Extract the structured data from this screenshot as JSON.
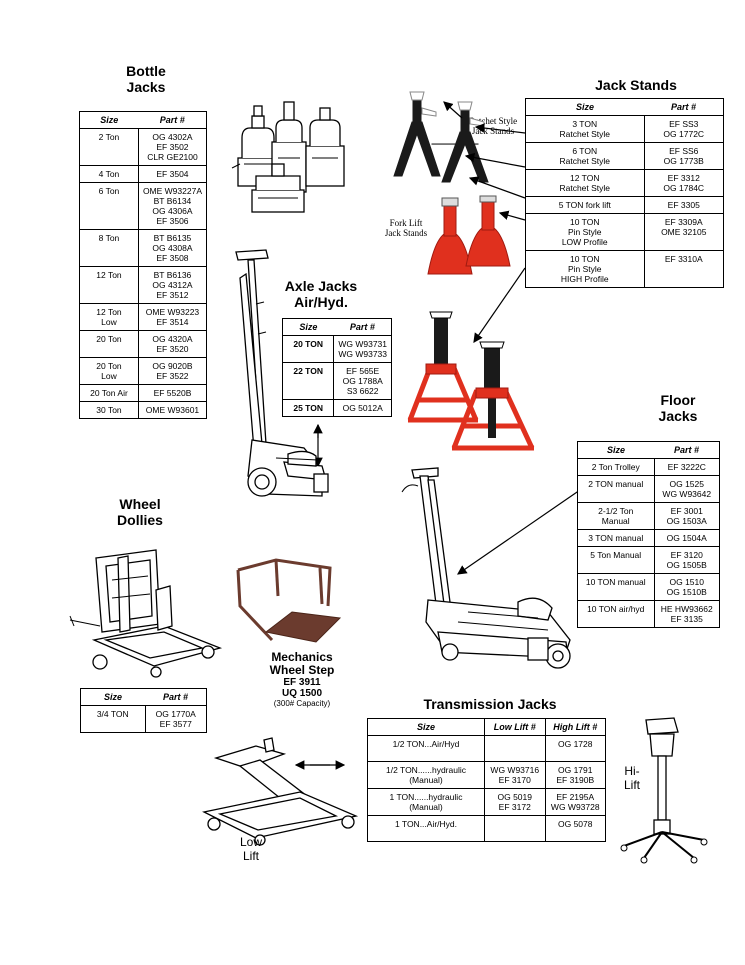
{
  "bottle_jacks": {
    "title_line1": "Bottle",
    "title_line2": "Jacks",
    "col_size": "Size",
    "col_part": "Part #",
    "rows": [
      {
        "size": [
          "2 Ton"
        ],
        "parts": [
          "OG 4302A",
          "EF 3502",
          "CLR GE2100"
        ]
      },
      {
        "size": [
          "4 Ton"
        ],
        "parts": [
          "EF 3504"
        ]
      },
      {
        "size": [
          "6 Ton"
        ],
        "parts": [
          "OME W93227A",
          "BT B6134",
          "OG 4306A",
          "EF 3506"
        ]
      },
      {
        "size": [
          "8 Ton"
        ],
        "parts": [
          "BT B6135",
          "OG 4308A",
          "EF 3508"
        ]
      },
      {
        "size": [
          "12 Ton"
        ],
        "parts": [
          "BT B6136",
          "OG 4312A",
          "EF 3512"
        ]
      },
      {
        "size": [
          "12 Ton",
          "Low"
        ],
        "parts": [
          "OME W93223",
          "EF 3514"
        ]
      },
      {
        "size": [
          "20 Ton"
        ],
        "parts": [
          "OG 4320A",
          "EF 3520"
        ]
      },
      {
        "size": [
          "20 Ton",
          "Low"
        ],
        "parts": [
          "OG 9020B",
          "EF 3522"
        ]
      },
      {
        "size": [
          "20 Ton Air"
        ],
        "parts": [
          "EF 5520B"
        ]
      },
      {
        "size": [
          "30 Ton"
        ],
        "parts": [
          "OME W93601"
        ]
      }
    ]
  },
  "jack_stands": {
    "title": "Jack Stands",
    "col_size": "Size",
    "col_part": "Part #",
    "ratchet_label_line1": "Ratchet Style",
    "ratchet_label_line2": "Jack Stands",
    "forklift_label_line1": "Fork Lift",
    "forklift_label_line2": "Jack Stands",
    "rows": [
      {
        "size": [
          "3 TON",
          "Ratchet Style"
        ],
        "parts": [
          "EF SS3",
          "OG 1772C"
        ]
      },
      {
        "size": [
          "6 TON",
          "Ratchet Style"
        ],
        "parts": [
          "EF SS6",
          "OG 1773B"
        ]
      },
      {
        "size": [
          "12 TON",
          "Ratchet Style"
        ],
        "parts": [
          "EF 3312",
          "OG 1784C"
        ]
      },
      {
        "size": [
          "5 TON fork lift"
        ],
        "parts": [
          "EF 3305"
        ]
      },
      {
        "size": [
          "10 TON",
          "Pin Style",
          "LOW  Profile"
        ],
        "parts": [
          "EF 3309A",
          "OME 32105"
        ]
      },
      {
        "size": [
          "10 TON",
          "Pin Style",
          "HIGH  Profile"
        ],
        "parts": [
          "EF 3310A"
        ]
      }
    ]
  },
  "axle_jacks": {
    "title_line1": "Axle Jacks",
    "title_line2": "Air/Hyd.",
    "col_size": "Size",
    "col_part": "Part #",
    "rows": [
      {
        "size": [
          "20 TON"
        ],
        "parts": [
          "WG W93731",
          "WG W93733"
        ]
      },
      {
        "size": [
          "22 TON"
        ],
        "parts": [
          "EF 565E",
          "OG 1788A",
          "S3 6622"
        ]
      },
      {
        "size": [
          "25 TON"
        ],
        "parts": [
          "OG 5012A"
        ]
      }
    ]
  },
  "floor_jacks": {
    "title_line1": "Floor",
    "title_line2": "Jacks",
    "col_size": "Size",
    "col_part": "Part #",
    "rows": [
      {
        "size": [
          "2 Ton Trolley"
        ],
        "parts": [
          "EF 3222C"
        ]
      },
      {
        "size": [
          "2 TON manual"
        ],
        "parts": [
          "OG 1525",
          "WG W93642"
        ]
      },
      {
        "size": [
          "2-1/2 Ton",
          "Manual"
        ],
        "parts": [
          "EF 3001",
          "OG 1503A"
        ]
      },
      {
        "size": [
          "3 TON manual"
        ],
        "parts": [
          "OG 1504A"
        ]
      },
      {
        "size": [
          "5 Ton Manual"
        ],
        "parts": [
          "EF 3120",
          "OG 1505B"
        ]
      },
      {
        "size": [
          "10 TON manual"
        ],
        "parts": [
          "OG 1510",
          "OG 1510B"
        ]
      },
      {
        "size": [
          "10 TON air/hyd"
        ],
        "parts": [
          "HE HW93662",
          "EF 3135"
        ]
      }
    ]
  },
  "wheel_dollies": {
    "title_line1": "Wheel",
    "title_line2": "Dollies",
    "col_size": "Size",
    "col_part": "Part #",
    "rows": [
      {
        "size": [
          "3/4 TON"
        ],
        "parts": [
          "OG 1770A",
          "EF 3577"
        ]
      }
    ]
  },
  "wheel_step": {
    "line1": "Mechanics",
    "line2": "Wheel Step",
    "line3": "EF 3911",
    "line4": "UQ 1500",
    "line5": "(300# Capacity)"
  },
  "transmission_jacks": {
    "title": "Transmission Jacks",
    "col_size": "Size",
    "col_low": "Low Lift #",
    "col_high": "High Lift #",
    "rows": [
      {
        "size": [
          "1/2 TON...Air/Hyd"
        ],
        "low": [],
        "high": [
          "OG 1728"
        ]
      },
      {
        "size": [
          "1/2 TON......hydraulic",
          "(Manual)"
        ],
        "low": [
          "WG W93716",
          "EF 3170"
        ],
        "high": [
          "OG 1791",
          "EF 3190B"
        ]
      },
      {
        "size": [
          "1 TON......hydraulic",
          "(Manual)"
        ],
        "low": [
          "OG 5019",
          "EF 3172"
        ],
        "high": [
          "EF 2195A",
          "WG W93728"
        ]
      },
      {
        "size": [
          "1 TON...Air/Hyd."
        ],
        "low": [],
        "high": [
          "OG 5078"
        ]
      }
    ],
    "low_lift_line1": "Low",
    "low_lift_line2": "Lift",
    "hi_lift_line1": "Hi-",
    "hi_lift_line2": "Lift"
  },
  "colors": {
    "stand_red": "#e0301e",
    "stand_black": "#1a1a1a",
    "step_brown": "#6b3b2e"
  }
}
